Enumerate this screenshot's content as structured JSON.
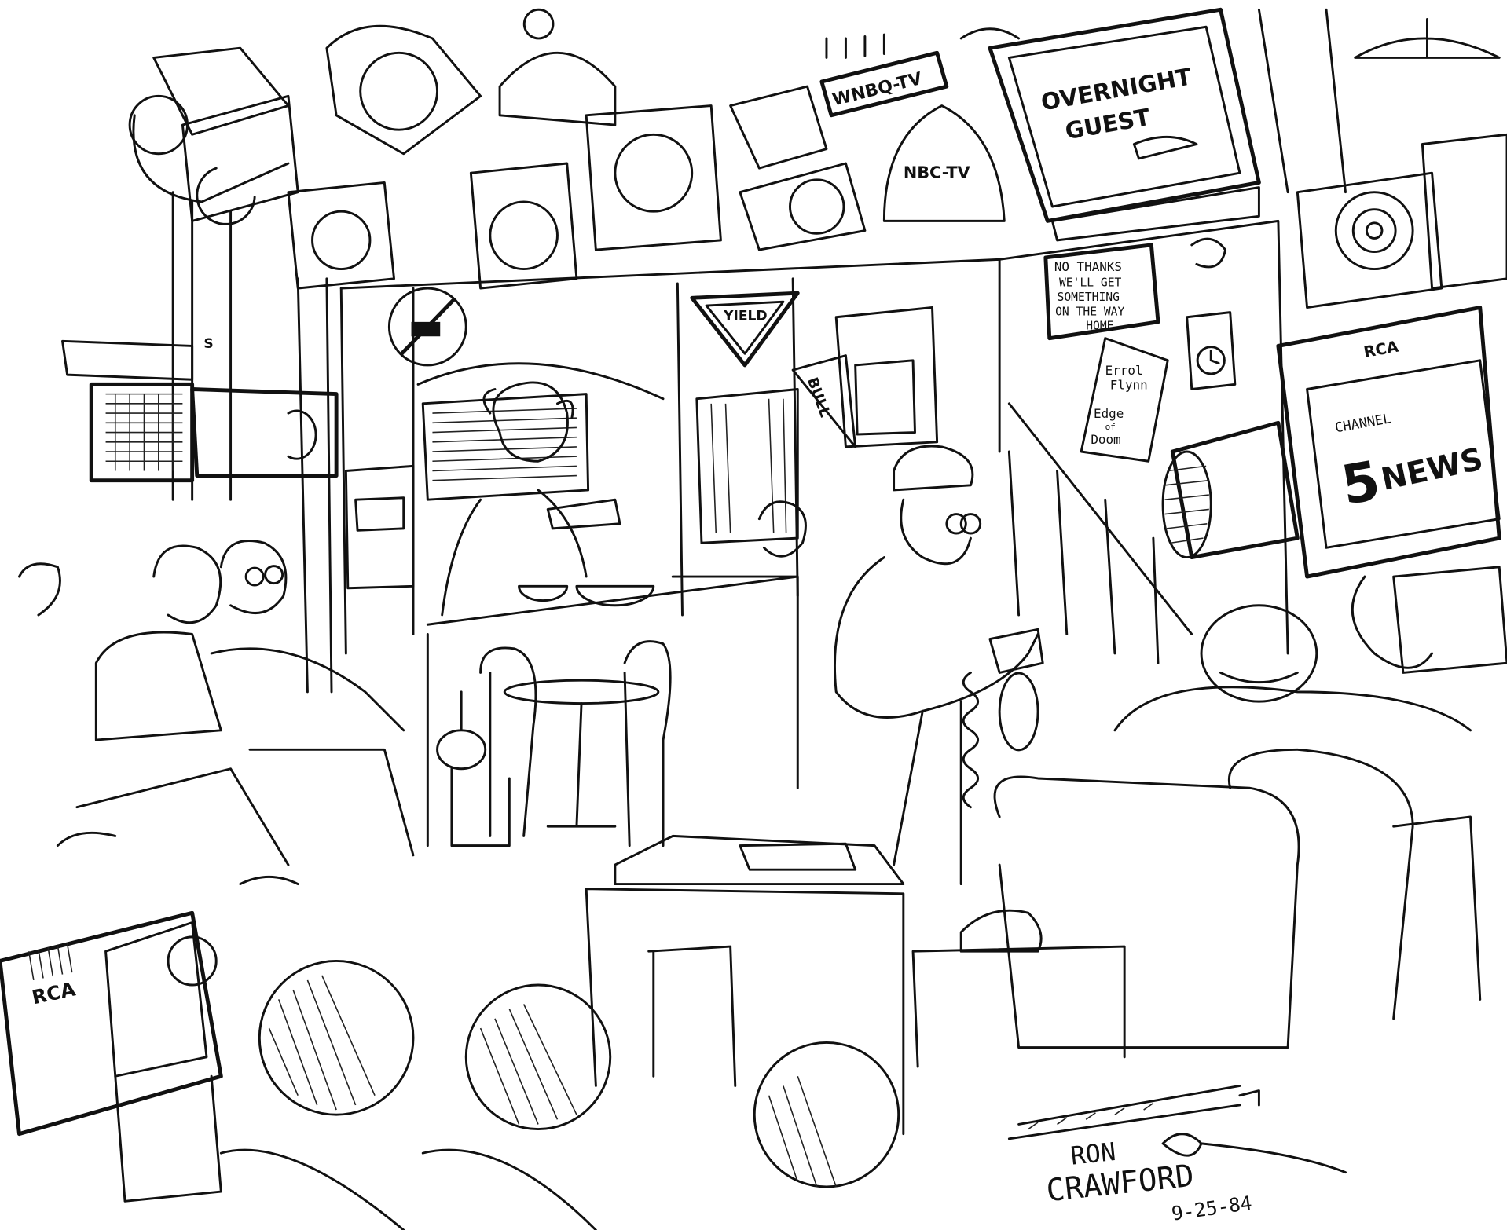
{
  "artwork": {
    "signs": {
      "overnight_guest": [
        "OVERNIGHT",
        "GUEST"
      ],
      "wnbq": "WNBQ-TV",
      "nbc": "NBC-TV",
      "yield": "YIELD",
      "bull": "BULL",
      "no_thanks": [
        "NO THANKS",
        "WE'LL GET",
        "SOMETHING",
        "ON THE WAY",
        "HOME."
      ],
      "poster": [
        "Errol",
        "Flynn",
        "Edge",
        "of",
        "Doom"
      ],
      "rca_top": "RCA",
      "channel": "CHANNEL",
      "channel_num": "5",
      "news": "NEWS",
      "rca_bottom": "RCA"
    },
    "signature": {
      "first": "RON",
      "last": "CRAWFORD",
      "date": "9-25-84"
    },
    "ink_color": "#111111",
    "paper_color": "#ffffff"
  }
}
